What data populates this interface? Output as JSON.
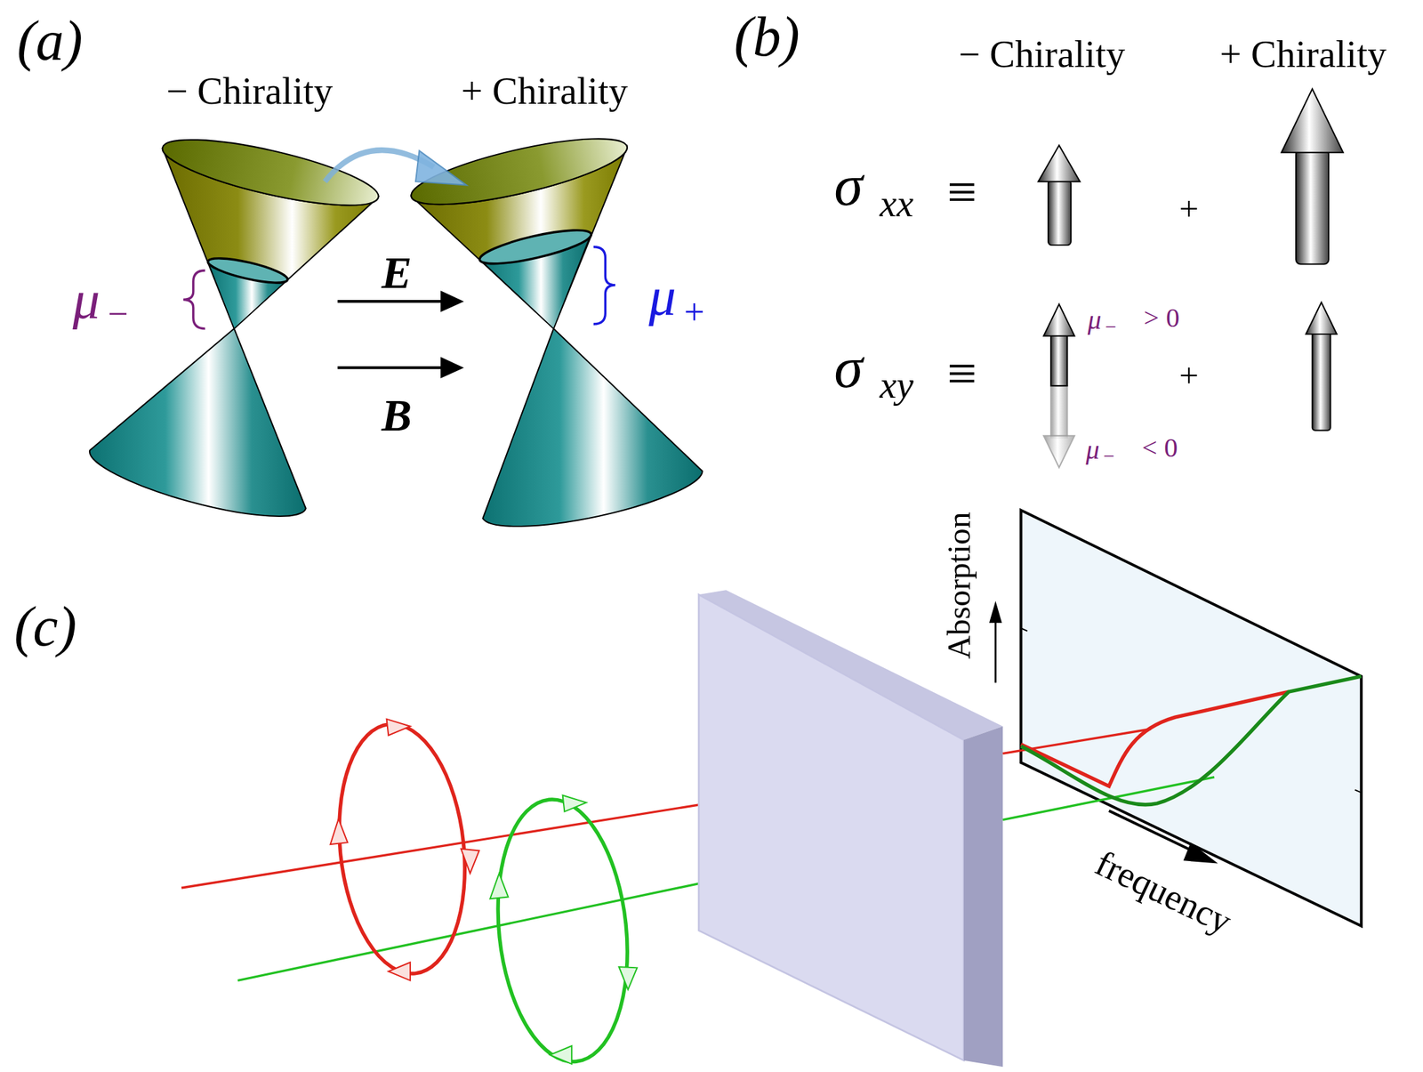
{
  "diagram": {
    "labels": [
      "(a)",
      "− Chirality",
      "+ Chirality",
      "μ",
      "−",
      "E",
      "B",
      "μ",
      "+",
      "(b)",
      "− Chirality",
      "+ Chirality",
      "σ",
      "xx",
      "≡",
      "+",
      "μ",
      "−",
      "> 0",
      "σ",
      "xy",
      "≡",
      "+",
      "μ",
      "−",
      "< 0",
      "(c)",
      "Absorption",
      "frequency"
    ]
  }
}
